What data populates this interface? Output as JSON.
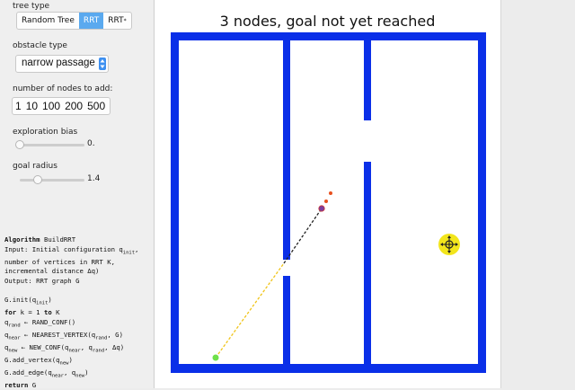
{
  "controls": {
    "tree_type": {
      "label": "tree type",
      "options": [
        "Random Tree",
        "RRT",
        "RRT"
      ],
      "star": "*",
      "selected": "RRT"
    },
    "obstacle_type": {
      "label": "obstacle type",
      "value": "narrow passage"
    },
    "nodes_to_add": {
      "label": "number of nodes to add:",
      "options": [
        "1",
        "10",
        "100",
        "200",
        "500"
      ]
    },
    "exploration_bias": {
      "label": "exploration bias",
      "value_text": "0.",
      "value": 0.0
    },
    "goal_radius": {
      "label": "goal radius",
      "value_text": "1.4",
      "fraction": 0.28
    }
  },
  "algorithm": {
    "title_kw": "Algorithm",
    "title": "BuildRRT",
    "lines": [
      {
        "kw": "",
        "text": "  Input: Initial configuration q",
        "sub": "init",
        "tail": ","
      },
      {
        "kw": "",
        "text": "number of vertices in RRT K,",
        "sub": "",
        "tail": ""
      },
      {
        "kw": "",
        "text": "incremental distance Δq)",
        "sub": "",
        "tail": ""
      },
      {
        "kw": "",
        "text": "  Output: RRT graph G",
        "sub": "",
        "tail": ""
      },
      {
        "kw": "",
        "text": "",
        "sub": "",
        "tail": ""
      },
      {
        "kw": "",
        "text": "  G.init(q",
        "sub": "init",
        "tail": ")"
      },
      {
        "kw": "  for",
        "text": " k = 1 ",
        "sub": "",
        "tail": "",
        "kw2": "to",
        "tail2": " K"
      },
      {
        "kw": "",
        "text": "    q",
        "sub": "rand",
        "tail": " ← RAND_CONF()"
      },
      {
        "kw": "",
        "text": "    q",
        "sub": "near",
        "tail": " ← NEAREST_VERTEX(q",
        "sub2": "rand",
        "tail2": ", G)"
      },
      {
        "kw": "",
        "text": "    q",
        "sub": "new",
        "tail": " ← NEW_CONF(q",
        "sub2": "near",
        "tail2": ", q",
        "sub3": "rand",
        "tail3": ", Δq)"
      },
      {
        "kw": "",
        "text": "    G.add_vertex(q",
        "sub": "new",
        "tail": ")"
      },
      {
        "kw": "",
        "text": "    G.add_edge(q",
        "sub": "near",
        "tail": ", q",
        "sub2": "new",
        "tail2": ")"
      },
      {
        "kw": "  return",
        "text": " G",
        "sub": "",
        "tail": ""
      }
    ]
  },
  "status": {
    "message": "3 nodes, goal not yet reached"
  },
  "colors": {
    "wall": "#0a2fe8",
    "start": "#6fe04a",
    "goal": "#f2e51c",
    "edge": "#f0c419",
    "tree_node": "#7a3fa0",
    "random_sample": "#e8501e",
    "accent": "#5aa9ef"
  },
  "icons": {
    "goal": "crosshair-move-icon",
    "select": "updown-arrows-icon"
  }
}
